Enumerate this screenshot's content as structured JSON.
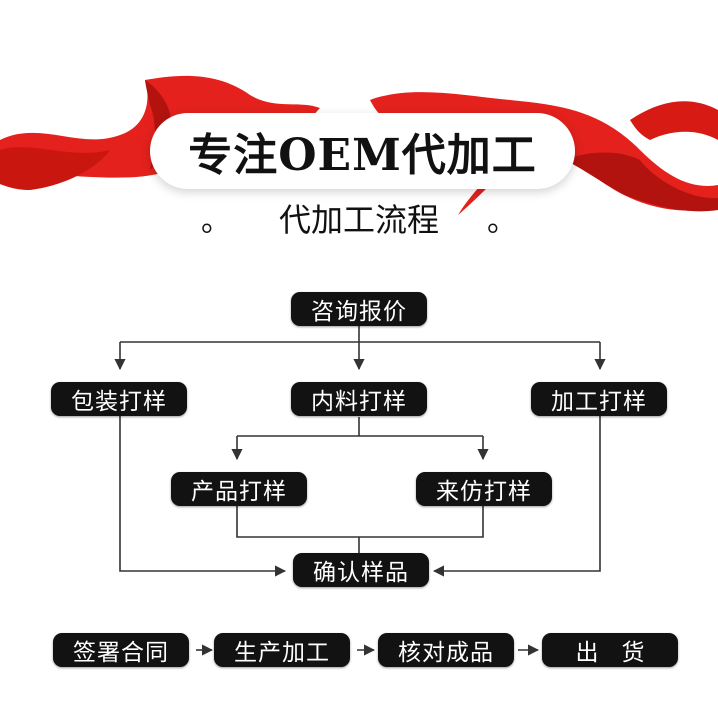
{
  "title": "专注OEM代加工",
  "subtitle": {
    "text": "代加工流程",
    "left_mark": "。",
    "right_mark": "。"
  },
  "colors": {
    "ribbon": "#e4211c",
    "ribbon_dark": "#b3130f",
    "node_bg": "#121212",
    "node_text": "#ffffff",
    "line": "#333333"
  },
  "flow": {
    "inquiry": "咨询报价",
    "packaging_sample": "包装打样",
    "material_sample": "内料打样",
    "processing_sample": "加工打样",
    "product_sample": "产品打样",
    "custom_sample": "来仿打样",
    "confirm_sample": "确认样品"
  },
  "process": {
    "sign_contract": "签署合同",
    "production": "生产加工",
    "inspection": "核对成品",
    "shipping": "出　货"
  }
}
